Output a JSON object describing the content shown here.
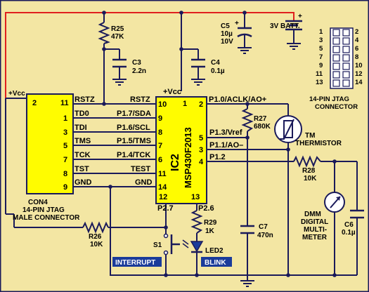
{
  "colors": {
    "background": "#f3e6a3",
    "wire": "#1a1a5a",
    "power_rail": "#e0201e",
    "ic_fill": "#fffc00",
    "blink_label_bg": "#1a3b9a",
    "interrupt_label_bg": "#1a3b9a",
    "led_blue": "#1a3b9a"
  },
  "labels": {
    "vcc_left": "+Vcc",
    "vcc_ic": "+Vcc",
    "battery": "3V BATT.",
    "battery_plus": "+",
    "battery_minus": "-",
    "interrupt": "INTERRUPT",
    "blink": "BLINK",
    "thermistor_tm": "TM",
    "thermistor_name": "THERMISTOR",
    "dmm_1": "DMM",
    "dmm_2": "DIGITAL",
    "dmm_3": "MULTI-",
    "dmm_4": "METER"
  },
  "components": {
    "r25": {
      "name": "R25",
      "value": "47K"
    },
    "c3": {
      "name": "C3",
      "value": "2.2n"
    },
    "c4": {
      "name": "C4",
      "value": "0.1µ"
    },
    "c5": {
      "name": "C5",
      "value1": "10µ",
      "value2": "10V"
    },
    "r27": {
      "name": "R27",
      "value": "680K"
    },
    "r28": {
      "name": "R28",
      "value": "10K"
    },
    "r29": {
      "name": "R29",
      "value": "1K"
    },
    "r26": {
      "name": "R26",
      "value": "10K"
    },
    "c7": {
      "name": "C7",
      "value": "470n"
    },
    "c6": {
      "name": "C6",
      "value": "0.1µ"
    },
    "s1": {
      "name": "S1"
    },
    "led2": {
      "name": "LED2"
    }
  },
  "ic2": {
    "name": "IC2",
    "part": "MSP430F2013",
    "pins_left": [
      {
        "name": "RSTZ",
        "num": "10"
      },
      {
        "name": "P1.7/SDA",
        "num": "9"
      },
      {
        "name": "P1.6/SCL",
        "num": "8"
      },
      {
        "name": "P1.5/TMS",
        "num": "7"
      },
      {
        "name": "P1.4/TCK",
        "num": "6"
      },
      {
        "name": "TEST",
        "num": "11"
      },
      {
        "name": "GND",
        "num": "14"
      }
    ],
    "pins_right": [
      {
        "name": "P1.0/ACLK/AO+",
        "num": "2"
      },
      {
        "name": "P1.3/Vref",
        "num": "5"
      },
      {
        "name": "P1.1/AO–",
        "num": "3"
      },
      {
        "name": "P1.2",
        "num": "4"
      }
    ],
    "pins_bottom": [
      {
        "name": "P2.7",
        "num": "12"
      },
      {
        "name": "P2.6",
        "num": "13"
      }
    ],
    "vcc_pin": "1"
  },
  "con4": {
    "name": "CON4",
    "desc1": "14-PIN JTAG",
    "desc2": "MALE CONNECTOR",
    "pin_top_left": "2",
    "pin_top_right": "11",
    "pins": [
      {
        "name": "RSTZ",
        "num": ""
      },
      {
        "name": "TD0",
        "num": "1"
      },
      {
        "name": "TDI",
        "num": "3"
      },
      {
        "name": "TMS",
        "num": "5"
      },
      {
        "name": "TCK",
        "num": "7"
      },
      {
        "name": "TST",
        "num": "8"
      },
      {
        "name": "GND",
        "num": "9"
      }
    ]
  },
  "jtag_connector": {
    "title1": "14-PIN JTAG",
    "title2": "CONNECTOR",
    "left_pins": [
      "1",
      "3",
      "5",
      "7",
      "9",
      "11",
      "13"
    ],
    "right_pins": [
      "2",
      "4",
      "6",
      "8",
      "10",
      "12",
      "14"
    ]
  }
}
